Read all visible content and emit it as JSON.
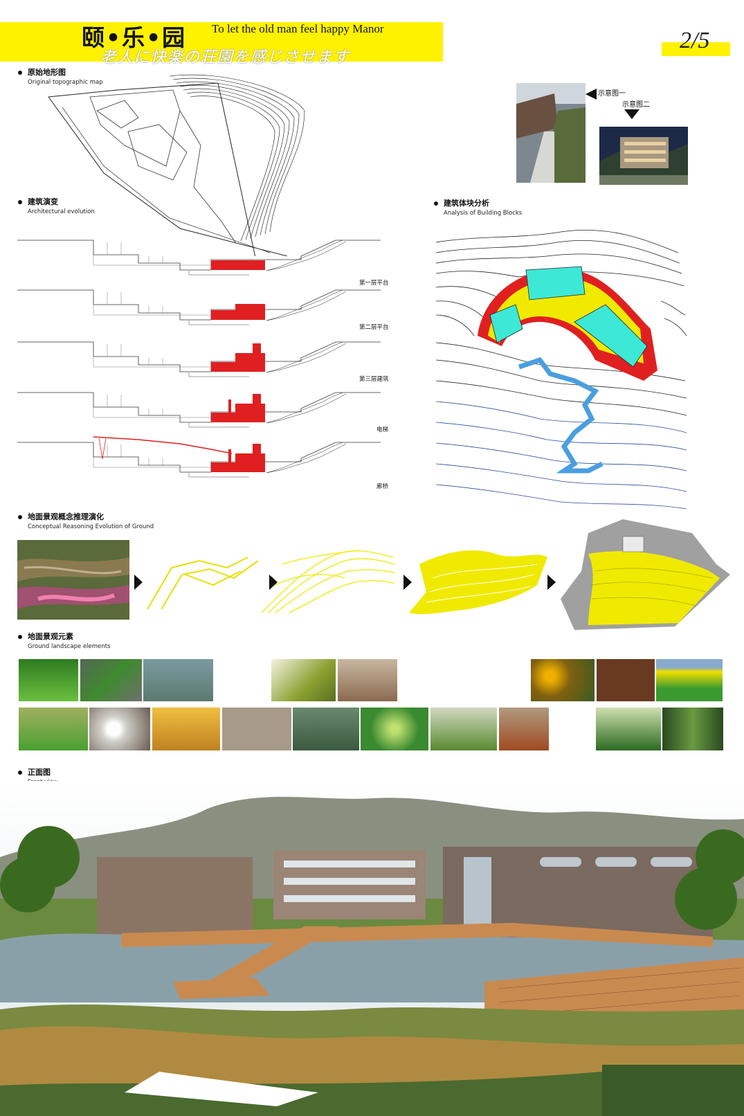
{
  "header": {
    "title_cn": "颐•乐•园",
    "title_en": "To let the old man feel happy Manor",
    "title_jp": "老人に快楽の荘園を感じさせます",
    "page": "2/5"
  },
  "sections": {
    "topographic": {
      "cn": "原始地形图",
      "en": "Original topographic map"
    },
    "evolution": {
      "cn": "建筑演变",
      "en": "Architectural evolution"
    },
    "blocks": {
      "cn": "建筑体块分析",
      "en": "Analysis of Building Blocks"
    },
    "ground_concept": {
      "cn": "地面景观概念推理演化",
      "en": "Conceptual Reasoning Evolution of Ground"
    },
    "ground_elements": {
      "cn": "地面景观元素",
      "en": "Ground landscape elements"
    },
    "front": {
      "cn": "正面图",
      "en": "Front view"
    }
  },
  "evolution_labels": [
    "第一层平台",
    "第二层平台",
    "第三层建筑",
    "电梯",
    "廊桥"
  ],
  "sketch_labels": {
    "one": "示意图一",
    "two": "示意图二"
  },
  "colors": {
    "accent": "#fff200",
    "red": "#e02020",
    "cyan": "#3ee8d6",
    "blue": "#4a9fe0",
    "ground_yellow": "#f0ea00"
  }
}
